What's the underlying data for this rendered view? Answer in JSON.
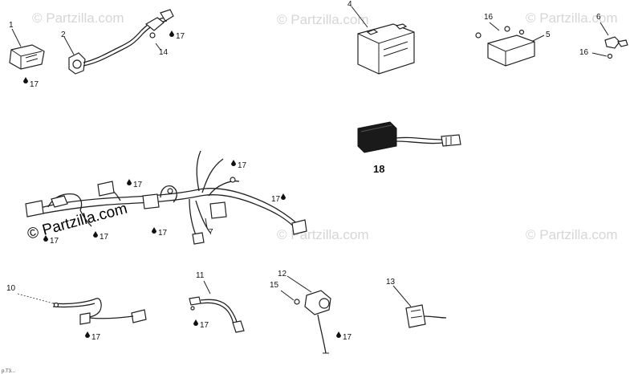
{
  "watermark": {
    "text": "© Partzilla.com",
    "main_text": "© Partzilla.com"
  },
  "footer": {
    "code": "p.T3..."
  },
  "callouts": {
    "c1": "1",
    "c2": "2",
    "c4": "4",
    "c5": "5",
    "c6": "6",
    "c7": "7",
    "c10": "10",
    "c11": "11",
    "c12": "12",
    "c13": "13",
    "c14": "14",
    "c15": "15",
    "c16a": "16",
    "c16b": "16",
    "c18": "18"
  },
  "note_ref": {
    "n17": "17"
  },
  "colors": {
    "line": "#222222",
    "watermark": "#d6d6d6",
    "module_fill": "#1a1a1a"
  }
}
